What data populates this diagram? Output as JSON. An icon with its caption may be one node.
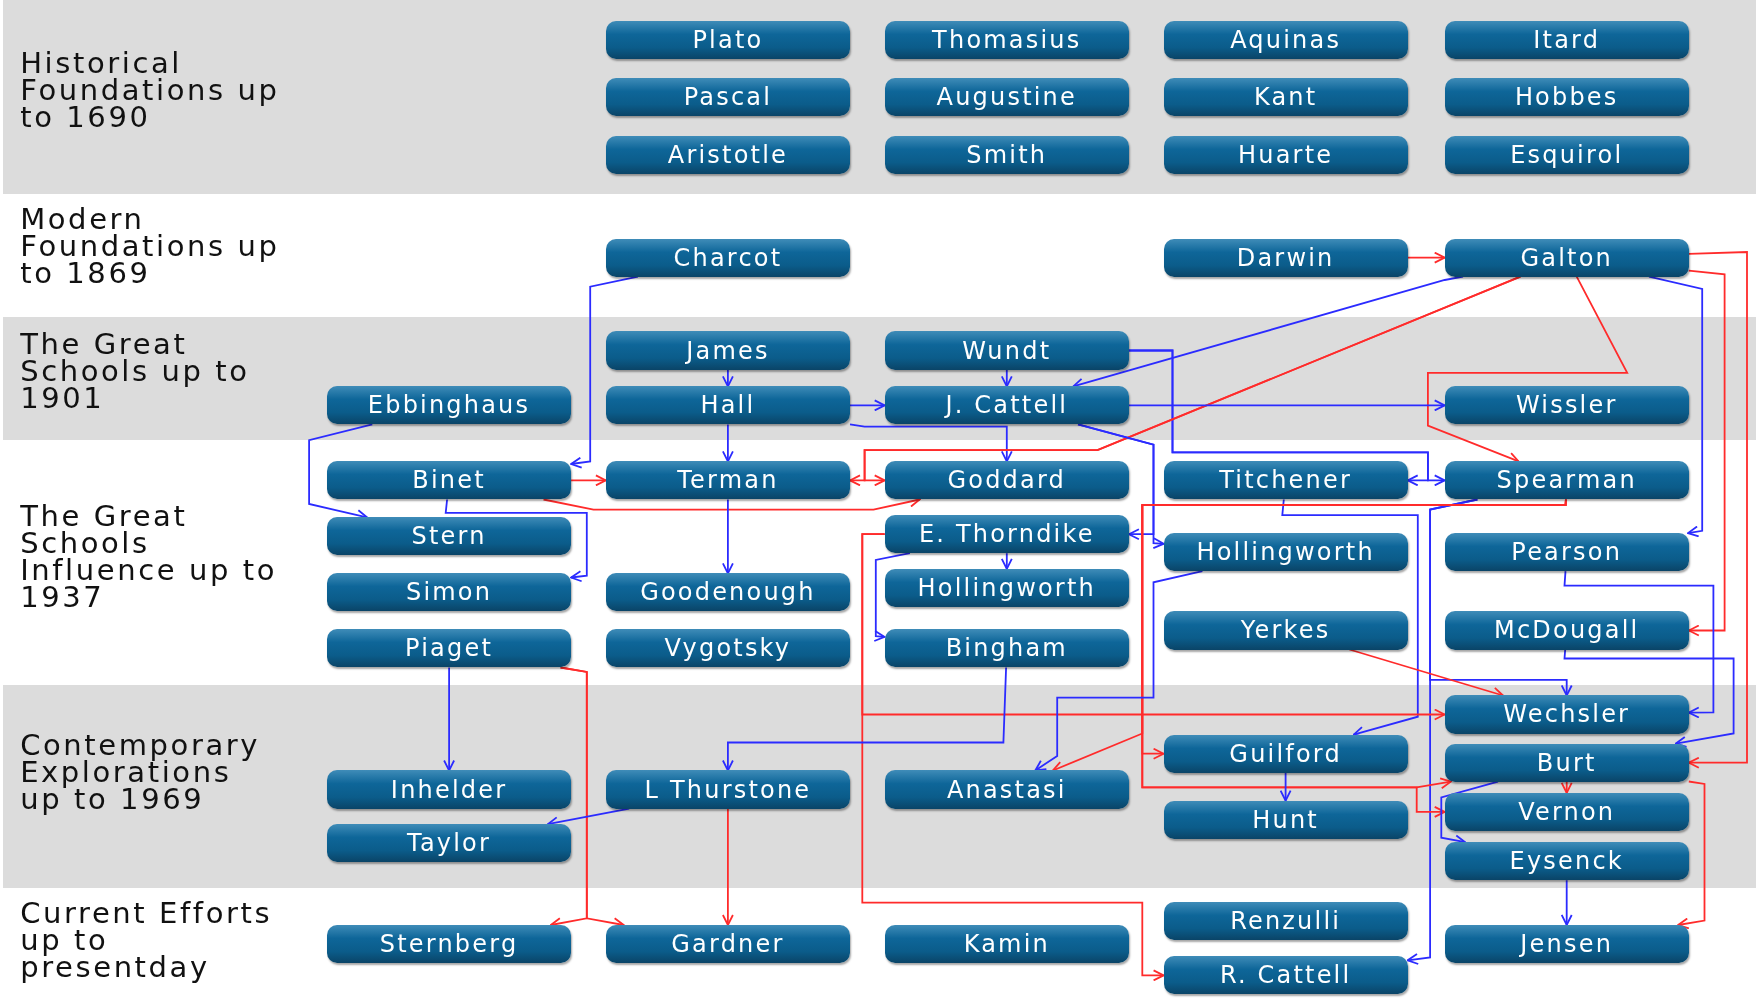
{
  "diagram": {
    "nodes": [
      {
        "text": [
          "Historical Foundations up to 1690"
        ]
      },
      {
        "text": [
          "Plato"
        ],
        "in": 0
      },
      {
        "text": [
          "Thomasius"
        ],
        "in": 0
      },
      {
        "text": [
          "Aquinas"
        ],
        "in": 0
      },
      {
        "text": [
          "Itard"
        ],
        "in": 0
      },
      {
        "text": [
          "Pascal"
        ],
        "in": 0
      },
      {
        "text": [
          "Augustine"
        ],
        "in": 0
      },
      {
        "text": [
          "Kant"
        ],
        "in": 0
      },
      {
        "text": [
          "Hobbes"
        ],
        "in": 0
      },
      {
        "text": [
          "Aristotle"
        ],
        "in": 0
      },
      {
        "text": [
          "Smith"
        ],
        "in": 0
      },
      {
        "text": [
          "Huarte"
        ],
        "in": 0
      },
      {
        "text": [
          "Esquirol"
        ],
        "in": 0
      },
      {
        "text": [
          "Modern Foundations up to 1869"
        ]
      },
      {
        "text": [
          "Charcot"
        ],
        "in": 13
      },
      {
        "text": [
          "Darwin"
        ],
        "in": 13
      },
      {
        "text": [
          "Galton"
        ],
        "in": 13
      },
      {
        "text": [
          "The Great Schools up to 1901"
        ]
      },
      {
        "text": [
          "James"
        ],
        "in": 17
      },
      {
        "text": [
          "Wundt"
        ],
        "in": 17
      },
      {
        "text": [
          "Ebbinghaus"
        ],
        "in": 17
      },
      {
        "text": [
          "Hall"
        ],
        "in": 17
      },
      {
        "text": [
          "J. Cattell"
        ],
        "in": 17
      },
      {
        "text": [
          "Wissler"
        ],
        "in": 17
      },
      {
        "text": [
          "The Great Schools Influence up to 1937"
        ]
      },
      {
        "text": [
          "Binet"
        ],
        "in": 24
      },
      {
        "text": [
          "Terman"
        ],
        "in": 24
      },
      {
        "text": [
          "Goddard"
        ],
        "in": 24
      },
      {
        "text": [
          "Titchener"
        ],
        "in": 24
      },
      {
        "text": [
          "Spearman"
        ],
        "in": 24
      },
      {
        "text": [
          "Stern"
        ],
        "in": 24
      },
      {
        "text": [
          "E. Thorndike"
        ],
        "in": 24
      },
      {
        "text": [
          "Hollingworth"
        ],
        "in": 24
      },
      {
        "text": [
          "Pearson"
        ],
        "in": 24
      },
      {
        "text": [
          "Simon"
        ],
        "in": 24
      },
      {
        "text": [
          "Goodenough"
        ],
        "in": 24
      },
      {
        "text": [
          "Hollingworth"
        ],
        "in": 24
      },
      {
        "text": [
          "Yerkes"
        ],
        "in": 24
      },
      {
        "text": [
          "McDougall"
        ],
        "in": 24
      },
      {
        "text": [
          "Piaget"
        ],
        "in": 24
      },
      {
        "text": [
          "Vygotsky"
        ],
        "in": 24
      },
      {
        "text": [
          "Bingham"
        ],
        "in": 24
      },
      {
        "text": [
          "Contemporary Explorations up to 1969"
        ]
      },
      {
        "text": [
          "Wechsler"
        ],
        "in": 42
      },
      {
        "text": [
          "Guilford"
        ],
        "in": 42
      },
      {
        "text": [
          "Burt"
        ],
        "in": 42
      },
      {
        "text": [
          "Inhelder"
        ],
        "in": 42
      },
      {
        "text": [
          "L Thurstone"
        ],
        "in": 42
      },
      {
        "text": [
          "Anastasi"
        ],
        "in": 42
      },
      {
        "text": [
          "Vernon"
        ],
        "in": 42
      },
      {
        "text": [
          "Hunt"
        ],
        "in": 42
      },
      {
        "text": [
          "Taylor"
        ],
        "in": 42
      },
      {
        "text": [
          "Eysenck"
        ],
        "in": 42
      },
      {
        "text": [
          "Current Efforts up to presentday"
        ]
      },
      {
        "text": [
          "Renzulli"
        ],
        "in": 53
      },
      {
        "text": [
          "Sternberg"
        ],
        "in": 53
      },
      {
        "text": [
          "Gardner"
        ],
        "in": 53
      },
      {
        "text": [
          "Kamin"
        ],
        "in": 53
      },
      {
        "text": [
          "Jensen"
        ],
        "in": 53
      },
      {
        "text": [
          "R. Cattell"
        ],
        "in": 53
      }
    ],
    "edges": [
      {
        "from": 14,
        "to": 25,
        "arrow": "to"
      },
      {
        "from": 18,
        "to": 21,
        "arrow": "to"
      },
      {
        "from": 20,
        "to": 30,
        "arrow": "to"
      },
      {
        "from": 21,
        "to": 22,
        "arrow": "to"
      },
      {
        "from": 21,
        "to": 26,
        "arrow": "to"
      },
      {
        "from": 21,
        "to": 27,
        "arrow": "to"
      },
      {
        "from": 19,
        "to": 22,
        "arrow": "to"
      },
      {
        "from": 19,
        "to": 28,
        "arrow": "to"
      },
      {
        "from": 19,
        "to": 29,
        "arrow": "to"
      },
      {
        "from": 16,
        "to": 22,
        "arrow": "to"
      },
      {
        "from": 16,
        "to": 26,
        "arrow": "to",
        "color": "#ff2b2b"
      },
      {
        "from": 16,
        "to": 27,
        "arrow": "to",
        "color": "#ff2b2b"
      },
      {
        "from": 25,
        "to": 26,
        "arrow": "to",
        "color": "#ff2b2b"
      },
      {
        "from": 25,
        "to": 27,
        "arrow": "to",
        "color": "#ff2b2b"
      },
      {
        "from": 25,
        "to": 34,
        "arrow": "to"
      },
      {
        "from": 15,
        "to": 16,
        "arrow": "to",
        "color": "#ff2b2b"
      },
      {
        "from": 16,
        "to": 29,
        "arrow": "to",
        "color": "#ff2b2b"
      },
      {
        "from": 16,
        "to": 33,
        "arrow": "to"
      },
      {
        "from": 16,
        "to": 38,
        "arrow": "to",
        "color": "#ff2b2b"
      },
      {
        "from": 16,
        "to": 45,
        "arrow": "to",
        "color": "#ff2b2b"
      },
      {
        "from": 22,
        "to": 23,
        "arrow": "to"
      },
      {
        "from": 22,
        "to": 31,
        "arrow": "to"
      },
      {
        "from": 22,
        "to": 32,
        "arrow": "to"
      },
      {
        "from": 26,
        "to": 35,
        "arrow": "to"
      },
      {
        "from": 31,
        "to": 36,
        "arrow": "to"
      },
      {
        "from": 31,
        "to": 41,
        "arrow": "to"
      },
      {
        "from": 28,
        "to": 44,
        "arrow": "to"
      },
      {
        "from": 29,
        "to": 59,
        "arrow": "to"
      },
      {
        "from": 29,
        "to": 43,
        "arrow": "to"
      },
      {
        "from": 29,
        "to": 48,
        "arrow": "to",
        "color": "#ff2b2b"
      },
      {
        "from": 29,
        "to": 44,
        "arrow": "to",
        "color": "#ff2b2b"
      },
      {
        "from": 29,
        "to": 45,
        "arrow": "to",
        "color": "#ff2b2b"
      },
      {
        "from": 29,
        "to": 49,
        "arrow": "to",
        "color": "#ff2b2b"
      },
      {
        "from": 31,
        "to": 43,
        "arrow": "to",
        "color": "#ff2b2b"
      },
      {
        "from": 31,
        "to": 59,
        "arrow": "to",
        "color": "#ff2b2b"
      },
      {
        "from": 32,
        "to": 48,
        "arrow": "to"
      },
      {
        "from": 41,
        "to": 47,
        "arrow": "to"
      },
      {
        "from": 39,
        "to": 46,
        "arrow": "to"
      },
      {
        "from": 39,
        "to": 55,
        "arrow": "to",
        "color": "#ff2b2b"
      },
      {
        "from": 39,
        "to": 56,
        "arrow": "to",
        "color": "#ff2b2b"
      },
      {
        "from": 47,
        "to": 51,
        "arrow": "to"
      },
      {
        "from": 47,
        "to": 56,
        "arrow": "to",
        "color": "#ff2b2b"
      },
      {
        "from": 37,
        "to": 43,
        "arrow": "to",
        "color": "#ff2b2b"
      },
      {
        "from": 33,
        "to": 43,
        "arrow": "to"
      },
      {
        "from": 38,
        "to": 45,
        "arrow": "to"
      },
      {
        "from": 44,
        "to": 50,
        "arrow": "to"
      },
      {
        "from": 45,
        "to": 49,
        "arrow": "to",
        "color": "#ff2b2b"
      },
      {
        "from": 45,
        "to": 52,
        "arrow": "to"
      },
      {
        "from": 45,
        "to": 58,
        "arrow": "to",
        "color": "#ff2b2b"
      },
      {
        "from": 52,
        "to": 58,
        "arrow": "to"
      }
    ]
  }
}
